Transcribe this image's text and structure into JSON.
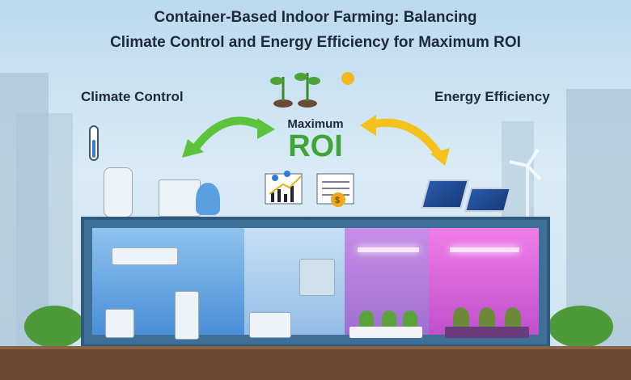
{
  "title": {
    "line1": "Container-Based Indoor Farming: Balancing",
    "line2": "Climate Control and Energy Efficiency for Maximum ROI"
  },
  "labels": {
    "climate_control": "Climate Control",
    "energy_efficiency": "Energy Efficiency",
    "roi_top": "Maximum",
    "roi_bottom": "ROI"
  },
  "colors": {
    "roi_green": "#3fa535",
    "arrow_green": "#5cc43a",
    "arrow_yellow": "#f5c21c",
    "container": "#3e6f98",
    "ground": "#6b4a33"
  }
}
